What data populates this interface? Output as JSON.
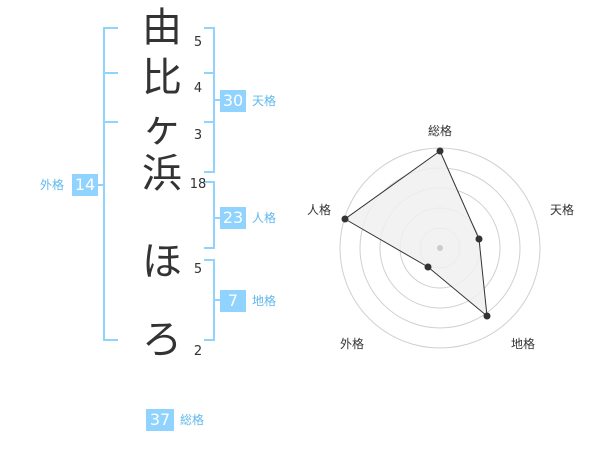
{
  "name": {
    "chars": [
      "由",
      "比",
      "ヶ",
      "浜",
      "ほ",
      "ろ"
    ],
    "strokes": [
      "5",
      "4",
      "3",
      "18",
      "5",
      "2"
    ]
  },
  "fortune": {
    "tenkaku": {
      "value": "30",
      "label": "天格"
    },
    "jinkaku": {
      "value": "23",
      "label": "人格"
    },
    "chikaku": {
      "value": "7",
      "label": "地格"
    },
    "gaikaku": {
      "value": "14",
      "label": "外格"
    },
    "soukaku": {
      "value": "37",
      "label": "総格"
    }
  },
  "radar": {
    "labels": {
      "soukaku": "総格",
      "tenkaku": "天格",
      "chikaku": "地格",
      "gaikaku": "外格",
      "jinkaku": "人格"
    }
  },
  "colors": {
    "bracket": "#8fd3fe",
    "badge": "#8fd3fe",
    "label": "#5fb8ee",
    "polygon_fill": "#f0f0f0",
    "line": "#333333"
  }
}
